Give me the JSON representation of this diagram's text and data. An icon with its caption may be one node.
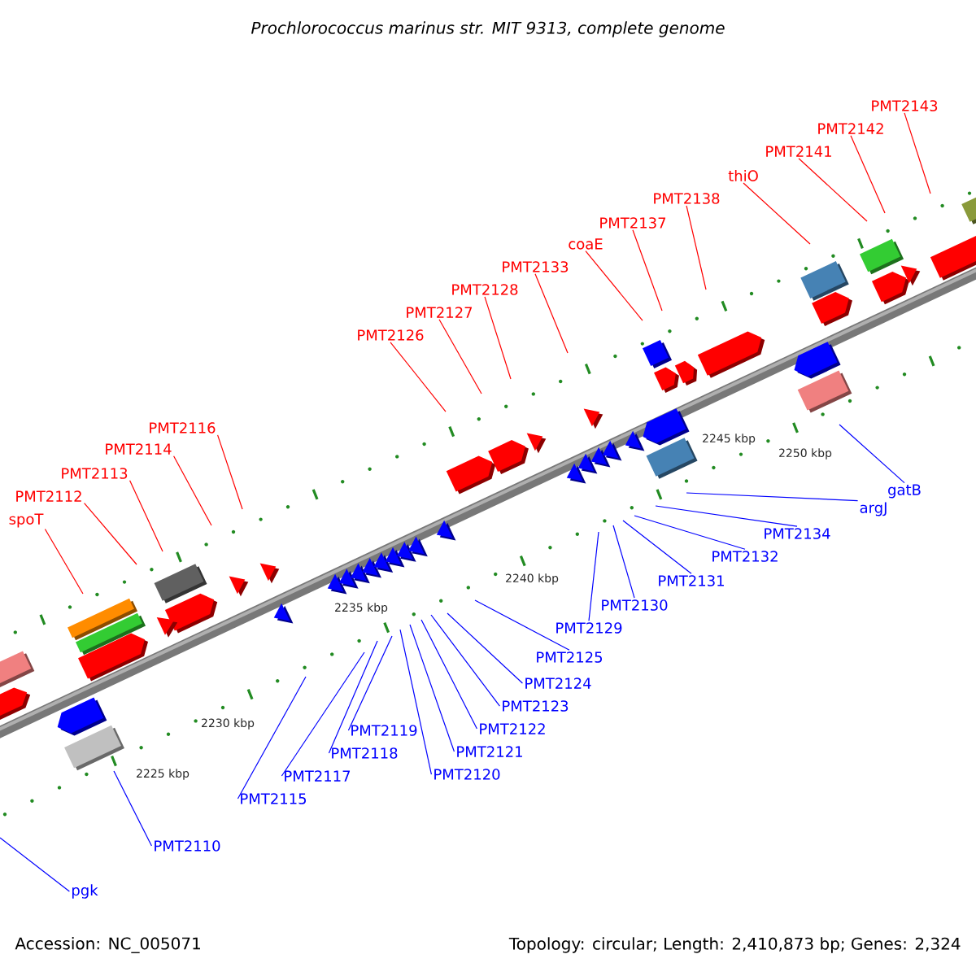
{
  "diagram": {
    "title": "Prochlorococcus marinus str. MIT 9313, complete genome",
    "nodes": [
      {
        "text": [
          "spoT"
        ]
      },
      {
        "text": [
          "PMT2112"
        ]
      },
      {
        "text": [
          "PMT2113"
        ]
      },
      {
        "text": [
          "PMT2114"
        ]
      },
      {
        "text": [
          "PMT2116"
        ]
      },
      {
        "text": [
          "PMT2126"
        ]
      },
      {
        "text": [
          "PMT2127"
        ]
      },
      {
        "text": [
          "PMT2128"
        ]
      },
      {
        "text": [
          "PMT2133"
        ]
      },
      {
        "text": [
          "coaE"
        ]
      },
      {
        "text": [
          "PMT2137"
        ]
      },
      {
        "text": [
          "PMT2138"
        ]
      },
      {
        "text": [
          "thiO"
        ]
      },
      {
        "text": [
          "PMT2141"
        ]
      },
      {
        "text": [
          "PMT2142"
        ]
      },
      {
        "text": [
          "PMT2143"
        ]
      },
      {
        "text": [
          "pgk"
        ]
      },
      {
        "text": [
          "PMT2110"
        ]
      },
      {
        "text": [
          "PMT2115"
        ]
      },
      {
        "text": [
          "PMT2117"
        ]
      },
      {
        "text": [
          "PMT2118"
        ]
      },
      {
        "text": [
          "PMT2119"
        ]
      },
      {
        "text": [
          "PMT2120"
        ]
      },
      {
        "text": [
          "PMT2121"
        ]
      },
      {
        "text": [
          "PMT2122"
        ]
      },
      {
        "text": [
          "PMT2123"
        ]
      },
      {
        "text": [
          "PMT2124"
        ]
      },
      {
        "text": [
          "PMT2125"
        ]
      },
      {
        "text": [
          "PMT2129"
        ]
      },
      {
        "text": [
          "PMT2130"
        ]
      },
      {
        "text": [
          "PMT2131"
        ]
      },
      {
        "text": [
          "PMT2132"
        ]
      },
      {
        "text": [
          "PMT2134"
        ]
      },
      {
        "text": [
          "argJ"
        ]
      },
      {
        "text": [
          "gatB"
        ]
      }
    ],
    "edges": [
      {
        "from": 0,
        "to": null,
        "arrow": "none",
        "color": "#ff0000"
      },
      {
        "from": 1,
        "to": null,
        "arrow": "none",
        "color": "#ff0000"
      },
      {
        "from": 2,
        "to": null,
        "arrow": "none",
        "color": "#ff0000"
      },
      {
        "from": 3,
        "to": null,
        "arrow": "none",
        "color": "#ff0000"
      },
      {
        "from": 4,
        "to": null,
        "arrow": "none",
        "color": "#ff0000"
      },
      {
        "from": 5,
        "to": null,
        "arrow": "none",
        "color": "#ff0000"
      },
      {
        "from": 6,
        "to": null,
        "arrow": "none",
        "color": "#ff0000"
      },
      {
        "from": 7,
        "to": null,
        "arrow": "none",
        "color": "#ff0000"
      },
      {
        "from": 8,
        "to": null,
        "arrow": "none",
        "color": "#ff0000"
      },
      {
        "from": 9,
        "to": null,
        "arrow": "none",
        "color": "#ff0000"
      },
      {
        "from": 10,
        "to": null,
        "arrow": "none",
        "color": "#ff0000"
      },
      {
        "from": 11,
        "to": null,
        "arrow": "none",
        "color": "#ff0000"
      },
      {
        "from": 12,
        "to": null,
        "arrow": "none",
        "color": "#ff0000"
      },
      {
        "from": 13,
        "to": null,
        "arrow": "none",
        "color": "#ff0000"
      },
      {
        "from": 14,
        "to": null,
        "arrow": "none",
        "color": "#ff0000"
      },
      {
        "from": 15,
        "to": null,
        "arrow": "none",
        "color": "#ff0000"
      },
      {
        "from": 16,
        "to": null,
        "arrow": "none"
      },
      {
        "from": 17,
        "to": null,
        "arrow": "none"
      },
      {
        "from": 18,
        "to": null,
        "arrow": "none"
      },
      {
        "from": 19,
        "to": null,
        "arrow": "none"
      },
      {
        "from": 20,
        "to": null,
        "arrow": "none"
      },
      {
        "from": 21,
        "to": null,
        "arrow": "none"
      },
      {
        "from": 22,
        "to": null,
        "arrow": "none"
      },
      {
        "from": 23,
        "to": null,
        "arrow": "none"
      },
      {
        "from": 24,
        "to": null,
        "arrow": "none"
      },
      {
        "from": 25,
        "to": null,
        "arrow": "none"
      },
      {
        "from": 26,
        "to": null,
        "arrow": "none"
      },
      {
        "from": 27,
        "to": null,
        "arrow": "none"
      },
      {
        "from": 28,
        "to": null,
        "arrow": "none"
      },
      {
        "from": 29,
        "to": null,
        "arrow": "none"
      },
      {
        "from": 30,
        "to": null,
        "arrow": "none"
      },
      {
        "from": 31,
        "to": null,
        "arrow": "none"
      },
      {
        "from": 32,
        "to": null,
        "arrow": "none"
      },
      {
        "from": 33,
        "to": null,
        "arrow": "none"
      },
      {
        "from": 34,
        "to": null,
        "arrow": "none"
      }
    ],
    "labels": [
      "2225 kbp",
      "2230 kbp",
      "2235 kbp",
      "2240 kbp",
      "2245 kbp",
      "2250 kbp",
      "Accession: NC_005071",
      "Topology: circular; Length: 2,410,873 bp; Genes: 2,324"
    ]
  }
}
